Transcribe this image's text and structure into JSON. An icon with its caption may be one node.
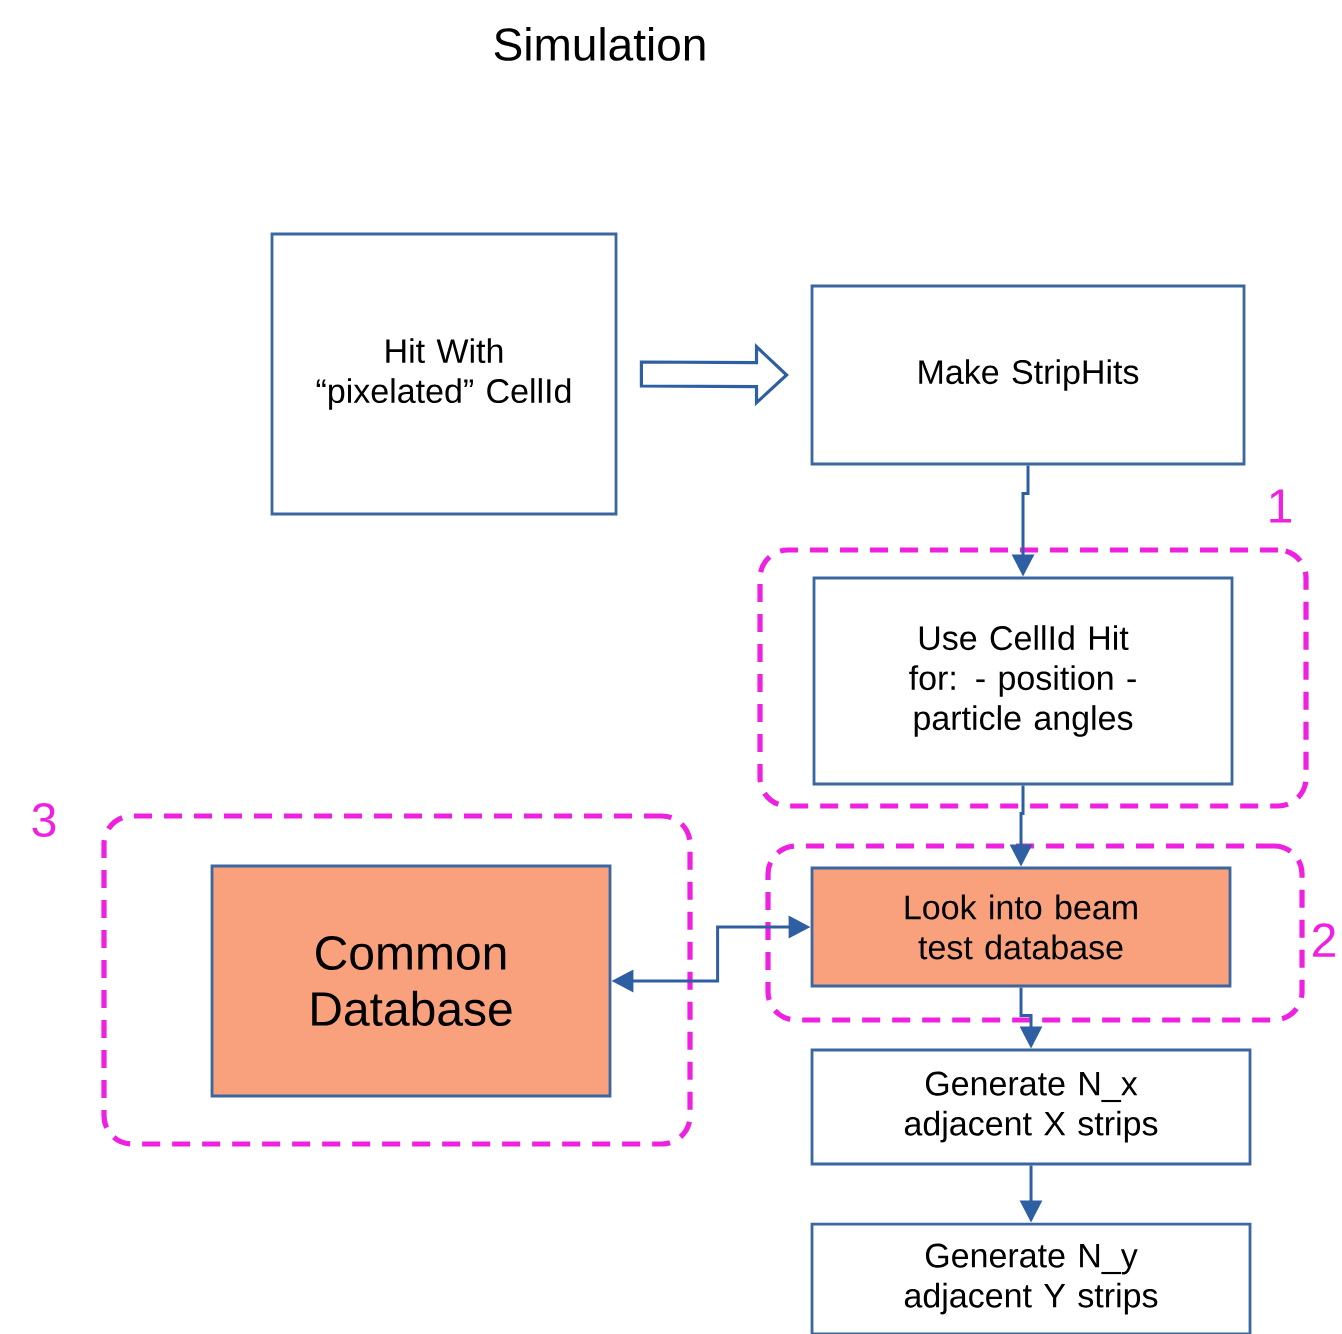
{
  "diagram": {
    "title": "Simulation",
    "nodes": [
      {
        "text": [
          "Hit With “pixelated” CellId"
        ]
      },
      {
        "text": [
          "Make StripHits"
        ]
      },
      {
        "text": [],
        "shape": "box",
        "beside": [
          "1"
        ]
      },
      {
        "text": [
          "Use CellId Hit for: - position - particle angles"
        ],
        "in": 2
      },
      {
        "text": [],
        "shape": "box",
        "beside": [
          "3"
        ]
      },
      {
        "text": [
          "Common Database"
        ],
        "in": 4
      },
      {
        "text": [],
        "shape": "box",
        "beside": [
          "2"
        ]
      },
      {
        "text": [
          "Look into beam test database"
        ],
        "in": 6
      },
      {
        "text": [
          "Generate N_x adjacent X strips"
        ]
      },
      {
        "text": [
          "Generate N_y adjacent Y strips"
        ]
      }
    ],
    "edges": [
      {
        "from": 0,
        "to": 1,
        "arrow": "to",
        "style": "thick"
      },
      {
        "from": 1,
        "to": 3,
        "arrow": "to"
      },
      {
        "from": 3,
        "to": 7,
        "arrow": "to"
      },
      {
        "from": 7,
        "to": 5,
        "arrow": "both"
      },
      {
        "from": 7,
        "to": 8,
        "arrow": "to"
      },
      {
        "from": 8,
        "to": 9,
        "arrow": "to"
      }
    ]
  }
}
